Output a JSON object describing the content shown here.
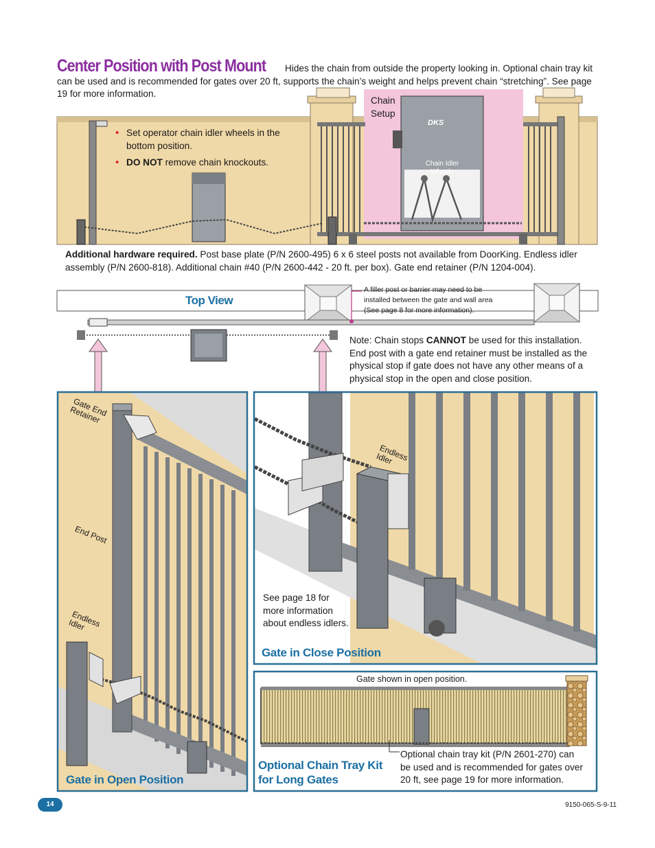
{
  "header": {
    "title": "Center Position with Post Mount",
    "intro": "Hides the chain from outside the property looking in. Optional chain tray kit can be used and is recommended for gates over 20 ft, supports the chain’s weight and helps prevent chain “stretching”. See page 19 for more information."
  },
  "elevation": {
    "bullet1": "Set operator chain idler wheels in the bottom position.",
    "bullet2_bold": "DO NOT",
    "bullet2_rest": " remove chain knockouts.",
    "chain_setup_label": [
      "Chain",
      "Setup"
    ],
    "operator_logo": "DKS",
    "idler_label": [
      "Chain Idler",
      "Wheels"
    ]
  },
  "hardware": {
    "lead": "Additional hardware required.",
    "text": " Post base plate (P/N 2600-495) 6 x 6 steel posts not available from DoorKing. Endless idler assembly (P/N 2600-818). Additional chain #40 (P/N 2600-442 - 20 ft. per box). Gate end retainer (P/N 1204-004)."
  },
  "top_view": {
    "label": "Top View",
    "filler_note": [
      "A filler post or barrier may need to be",
      "installed between the gate and wall area",
      "(See page 8 for more information)."
    ],
    "chain_note_pre": "Note: Chain stops ",
    "chain_note_bold": "CANNOT",
    "chain_note_post": " be used for this installation. End post with a gate end retainer must be installed as the physical stop if gate does not have any other means of a physical stop in the open and close position."
  },
  "open_panel": {
    "title": "Gate in Open Position",
    "label_retainer": [
      "Gate End",
      "Retainer"
    ],
    "label_end_post": "End Post",
    "label_idler": [
      "Endless",
      "Idler"
    ]
  },
  "close_panel": {
    "title": "Gate in Close Position",
    "label_idler": [
      "Endless",
      "Idler"
    ],
    "note": [
      "See page 18 for",
      "more information",
      "about endless idlers."
    ]
  },
  "tray_panel": {
    "caption": "Gate shown in open position.",
    "title": [
      "Optional Chain Tray Kit",
      "for Long Gates"
    ],
    "note": [
      "Optional chain tray kit (P/N 2601-270) can",
      "be used and is recommended for gates over",
      "20 ft, see page 19 for more information."
    ]
  },
  "footer": {
    "page_number": "14",
    "doc_number": "9150-065-S-9-11"
  },
  "colors": {
    "title": "#8a2e9e",
    "panel_title": "#1b6fa3",
    "panel_border": "#2a6f94",
    "wall": "#f0d9a8",
    "pink": "#f3c6dc",
    "gray": "#7a7f85"
  }
}
